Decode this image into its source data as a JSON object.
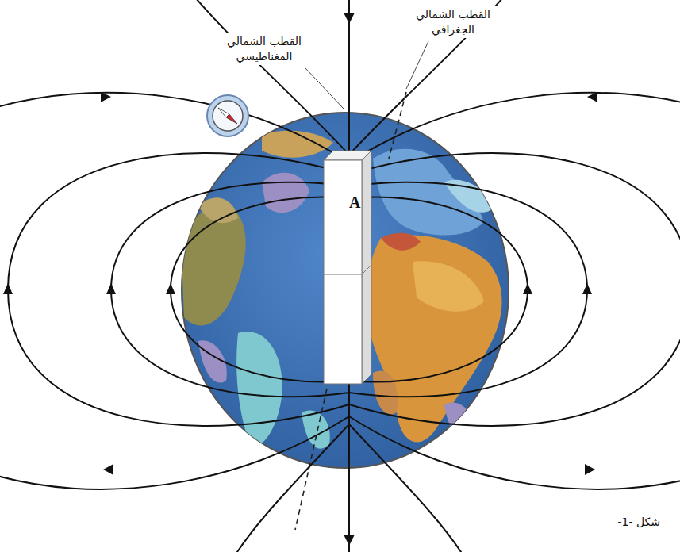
{
  "diagram": {
    "caption": "شكل -1-",
    "nodes": [
      {
        "text": [
          "A"
        ]
      }
    ],
    "labels": [
      "القطب الشمالي المغناطيسي",
      "القطب الشمالي الجغرافي"
    ]
  }
}
